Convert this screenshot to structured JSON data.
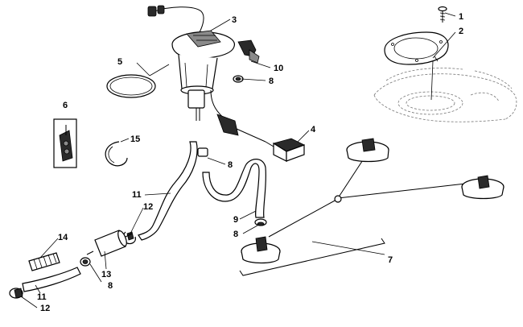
{
  "callouts": [
    {
      "id": "1",
      "text": "1"
    },
    {
      "id": "2",
      "text": "2"
    },
    {
      "id": "3",
      "text": "3"
    },
    {
      "id": "4",
      "text": "4"
    },
    {
      "id": "5",
      "text": "5"
    },
    {
      "id": "6",
      "text": "6"
    },
    {
      "id": "7",
      "text": "7"
    },
    {
      "id": "8a",
      "text": "8"
    },
    {
      "id": "8b",
      "text": "8"
    },
    {
      "id": "8c",
      "text": "8"
    },
    {
      "id": "8d",
      "text": "8"
    },
    {
      "id": "9",
      "text": "9"
    },
    {
      "id": "10",
      "text": "10"
    },
    {
      "id": "11a",
      "text": "11"
    },
    {
      "id": "11b",
      "text": "11"
    },
    {
      "id": "12a",
      "text": "12"
    },
    {
      "id": "12b",
      "text": "12"
    },
    {
      "id": "13",
      "text": "13"
    },
    {
      "id": "14",
      "text": "14"
    },
    {
      "id": "15",
      "text": "15"
    }
  ]
}
